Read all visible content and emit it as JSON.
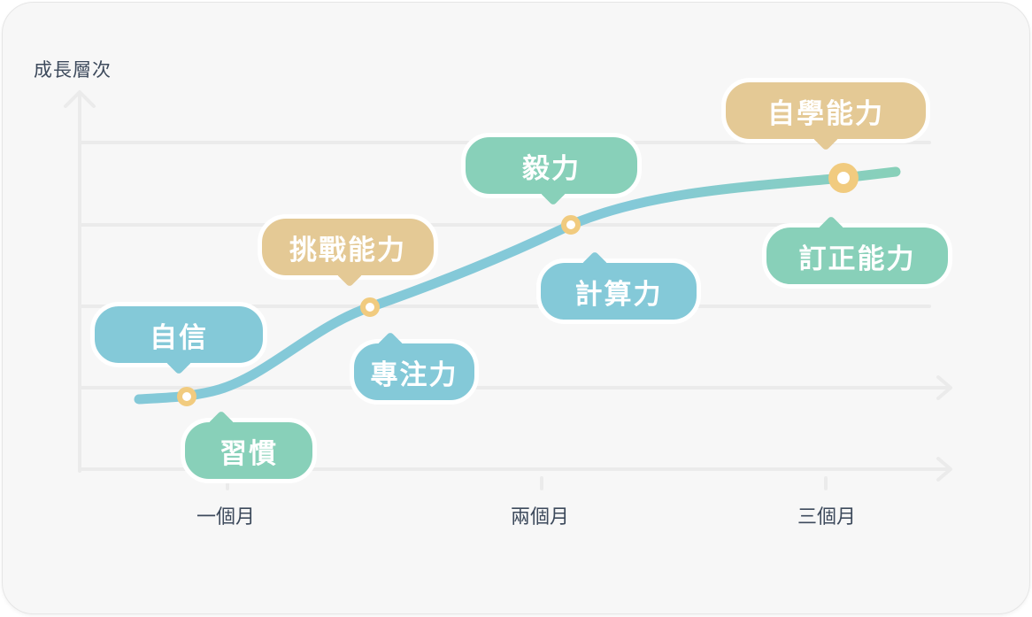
{
  "y_axis_label": "成長層次",
  "x_axis_labels": [
    "一個月",
    "兩個月",
    "三個月"
  ],
  "colors": {
    "blue": "#84c9d8",
    "green": "#88d0b9",
    "gold": "#e4c995",
    "point": "#f1cb7f",
    "grid": "#ebebeb",
    "text": "#3d4a5c"
  },
  "milestones": [
    {
      "label": "自信",
      "color": "blue",
      "side": "above"
    },
    {
      "label": "習慣",
      "color": "green",
      "side": "below"
    },
    {
      "label": "挑戰能力",
      "color": "gold",
      "side": "above"
    },
    {
      "label": "專注力",
      "color": "blue",
      "side": "below"
    },
    {
      "label": "毅力",
      "color": "green",
      "side": "above"
    },
    {
      "label": "計算力",
      "color": "blue",
      "side": "below"
    },
    {
      "label": "自學能力",
      "color": "gold",
      "side": "above"
    },
    {
      "label": "訂正能力",
      "color": "green",
      "side": "below"
    }
  ]
}
